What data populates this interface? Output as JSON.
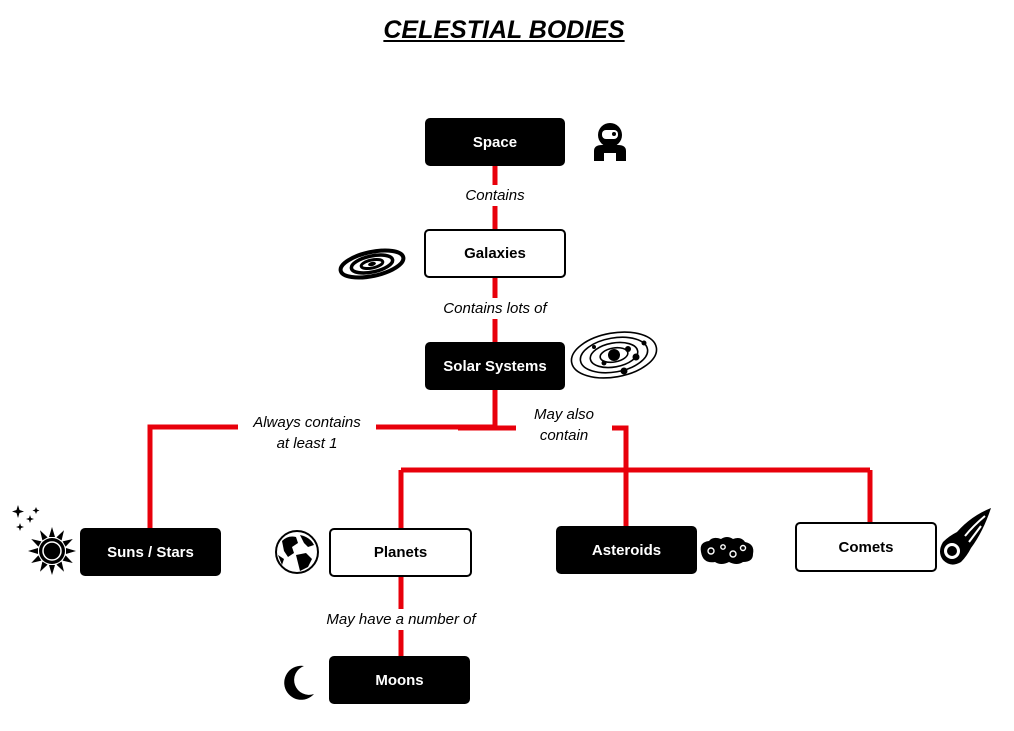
{
  "title": "CELESTIAL BODIES",
  "colors": {
    "connector": "#e8000b",
    "node_dark": "#000000",
    "node_light": "#ffffff"
  },
  "nodes": {
    "space": "Space",
    "galaxies": "Galaxies",
    "solar_systems": "Solar Systems",
    "suns_stars": "Suns / Stars",
    "planets": "Planets",
    "asteroids": "Asteroids",
    "comets": "Comets",
    "moons": "Moons"
  },
  "edge_labels": {
    "contains": "Contains",
    "contains_lots_of": "Contains lots of",
    "always_contains_line1": "Always contains",
    "always_contains_line2": "at least 1",
    "may_also_line1": "May also",
    "may_also_line2": "contain",
    "may_have": "May have a number of"
  },
  "icons": {
    "space": "astronaut-icon",
    "galaxies": "galaxy-icon",
    "solar_systems": "solar-system-icon",
    "suns_stars": "sun-icon",
    "planets": "earth-icon",
    "asteroids": "asteroid-icon",
    "comets": "comet-icon",
    "moons": "moon-icon"
  }
}
